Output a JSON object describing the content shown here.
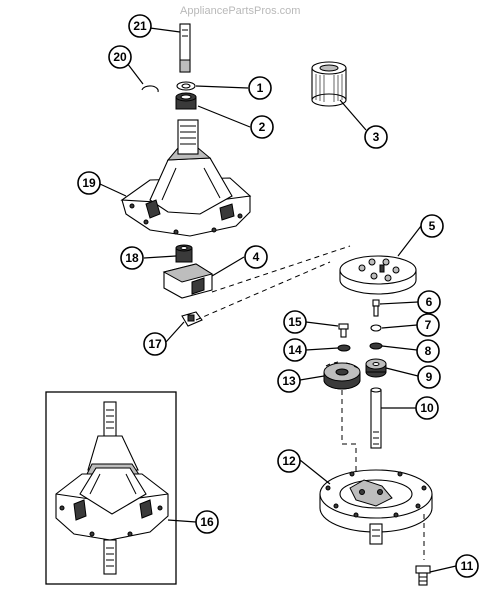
{
  "watermark": "AppliancePartsPros.com",
  "callouts": {
    "c1": "1",
    "c2": "2",
    "c3": "3",
    "c4": "4",
    "c5": "5",
    "c6": "6",
    "c7": "7",
    "c8": "8",
    "c9": "9",
    "c10": "10",
    "c11": "11",
    "c12": "12",
    "c13": "13",
    "c14": "14",
    "c15": "15",
    "c16": "16",
    "c17": "17",
    "c18": "18",
    "c19": "19",
    "c20": "20",
    "c21": "21"
  }
}
